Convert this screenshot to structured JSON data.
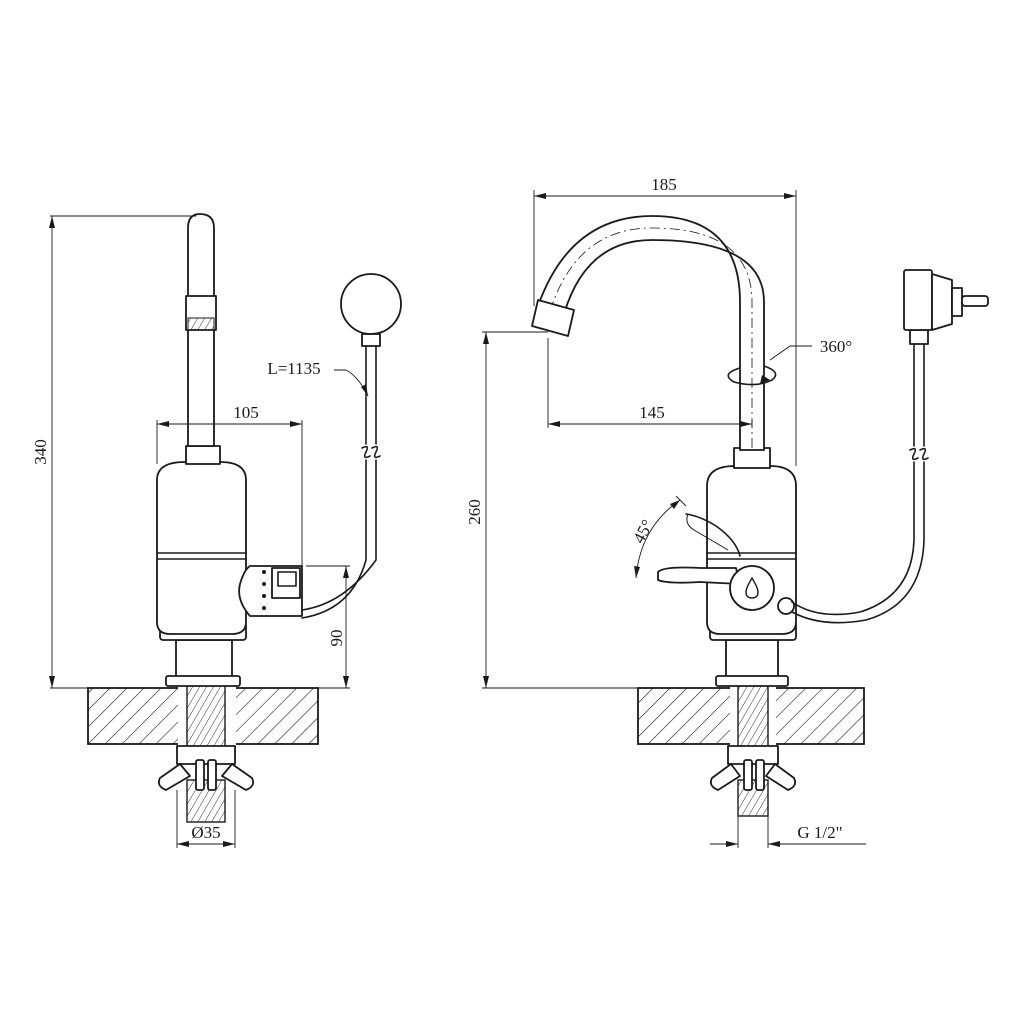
{
  "left_view": {
    "dim_height": "340",
    "dim_width": "105",
    "dim_cable": "L=1135",
    "dim_display": "90",
    "dim_diameter": "Ø35"
  },
  "right_view": {
    "dim_reach": "185",
    "dim_spout": "145",
    "dim_rotation": "360°",
    "dim_height": "260",
    "dim_lever_angle": "45°",
    "dim_thread": "G 1/2\""
  },
  "colors": {
    "line": "#1a1a1a",
    "background": "#ffffff"
  }
}
